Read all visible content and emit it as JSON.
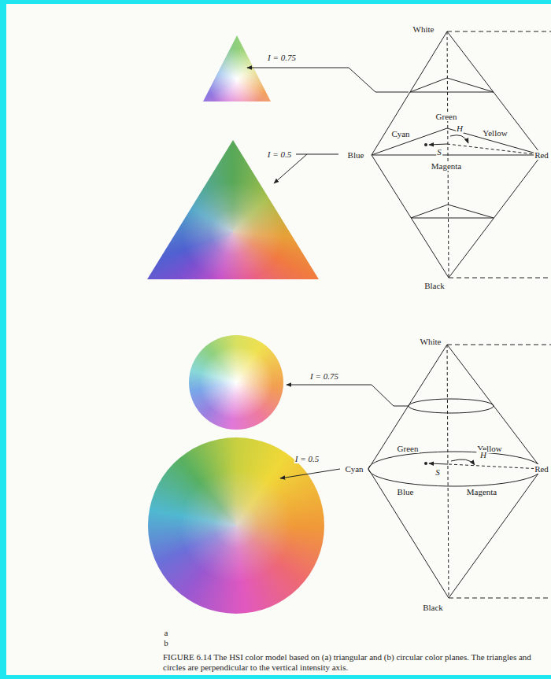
{
  "diagram": {
    "caption": "FIGURE 6.14 The HSI color model based on (a) triangular and (b) circular color planes. The triangles and circles are perpendicular to the vertical intensity axis.",
    "labels": [
      "White",
      "I = 0.75",
      "Green",
      "Cyan",
      "Yellow",
      "H",
      "I = 0.5",
      "Blue",
      "S",
      "Red",
      "Magenta",
      "Black",
      "White",
      "I = 0.75",
      "Green",
      "Yellow",
      "H",
      "I = 0.5",
      "Cyan",
      "Red",
      "S",
      "Blue",
      "Magenta",
      "Black",
      "a",
      "b"
    ]
  }
}
